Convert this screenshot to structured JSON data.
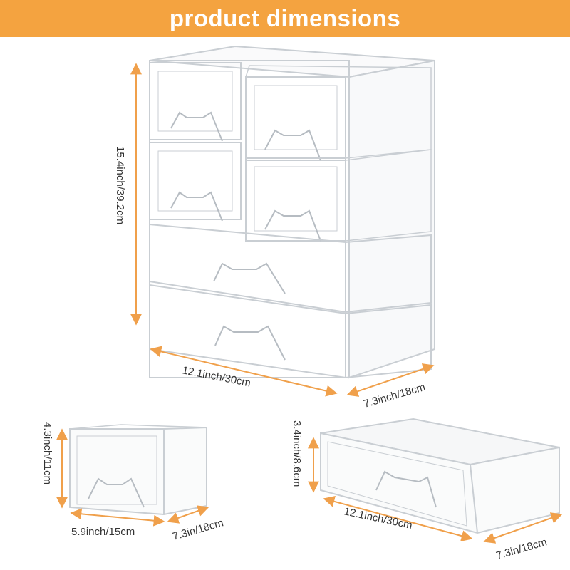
{
  "title": "product dimensions",
  "colors": {
    "banner": "#f4a340",
    "arrow": "#f0a04b",
    "outline": "#c9ced3",
    "text": "#333333"
  },
  "dimensions": {
    "tower_height": "15.4inch/39.2cm",
    "tower_width": "12.1inch/30cm",
    "tower_depth": "7.3inch/18cm",
    "small_height": "4.3inch/11cm",
    "small_width": "5.9inch/15cm",
    "small_depth": "7.3in/18cm",
    "large_height": "3.4inch/8.6cm",
    "large_width": "12.1inch/30cm",
    "large_depth": "7.3in/18cm"
  }
}
